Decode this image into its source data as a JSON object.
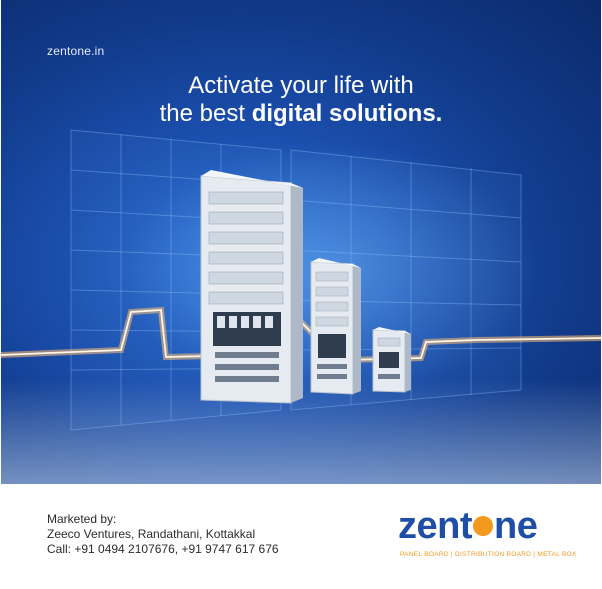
{
  "hero": {
    "site": "zentone.in",
    "headline_line1": "Activate your life with",
    "headline_line2_prefix": "the best ",
    "headline_line2_bold": "digital solutions."
  },
  "footer": {
    "marketed_by": "Marketed by:",
    "company": "Zeeco Ventures, Randathani, Kottakkal",
    "call": "Call: +91 0494 2107676, +91 9747 617 676"
  },
  "logo": {
    "word_start": "zent",
    "word_end": "ne",
    "tagline": "PANEL BOARD | DISTRIBUTION BOARD | METAL BOX"
  },
  "colors": {
    "brand_blue": "#1e4ea6",
    "brand_orange": "#f39a1e",
    "hero_blue": "#1b4fae"
  }
}
